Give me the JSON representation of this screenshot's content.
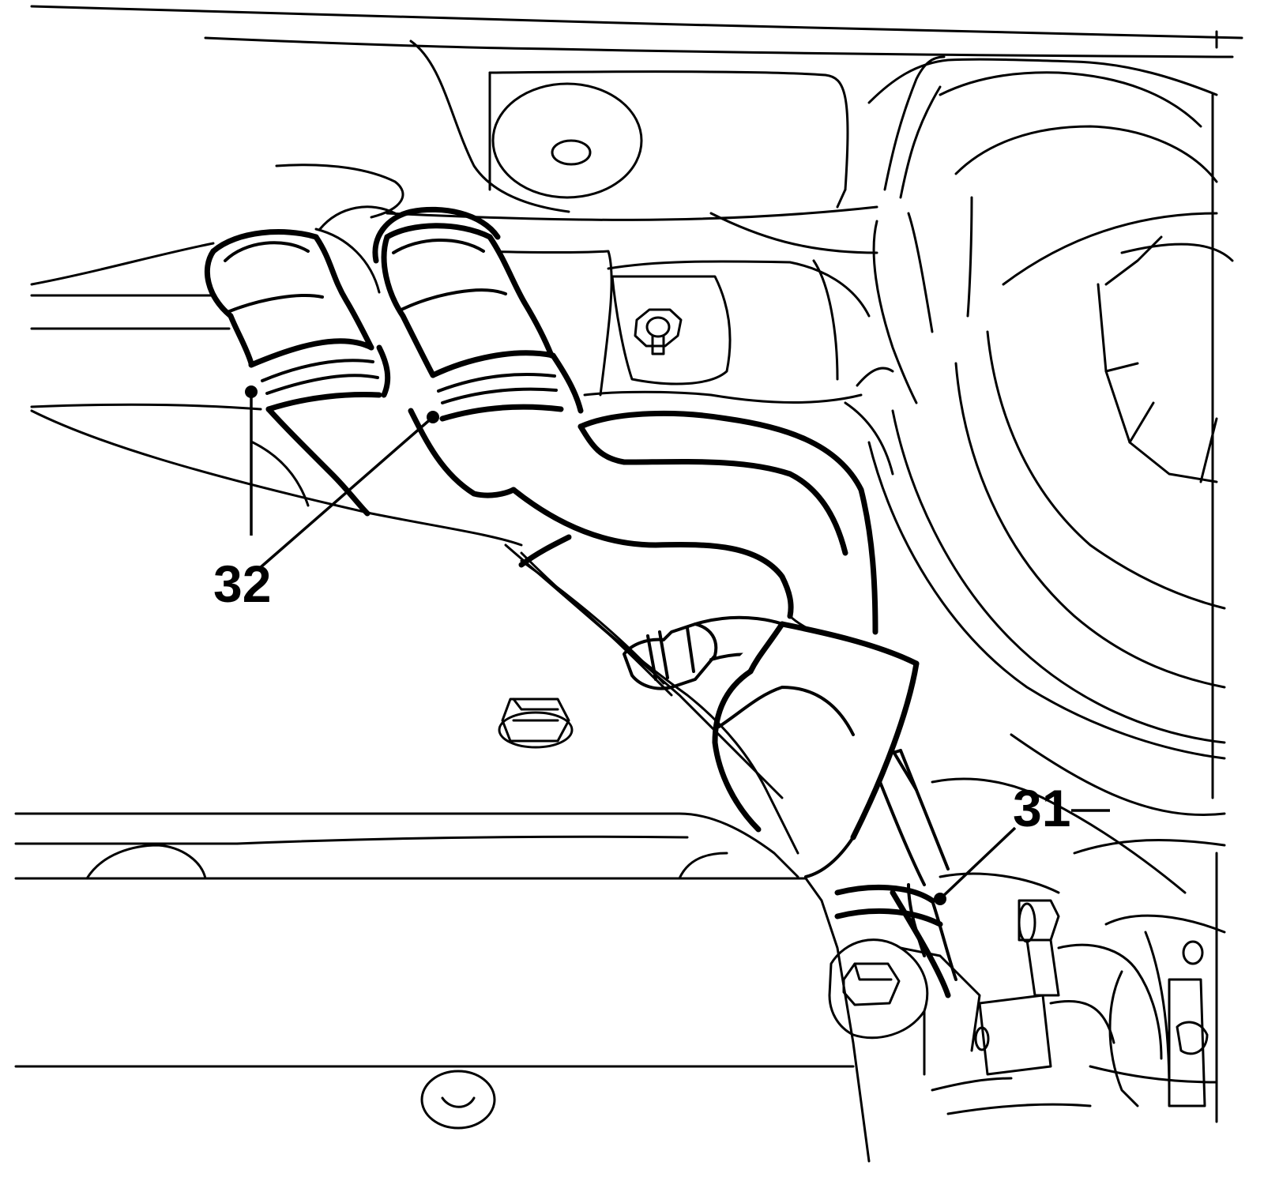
{
  "callouts": [
    {
      "id": "32",
      "label": "32"
    },
    {
      "id": "31",
      "label": "31"
    }
  ],
  "colors": {
    "line": "#000000",
    "background": "#ffffff"
  }
}
